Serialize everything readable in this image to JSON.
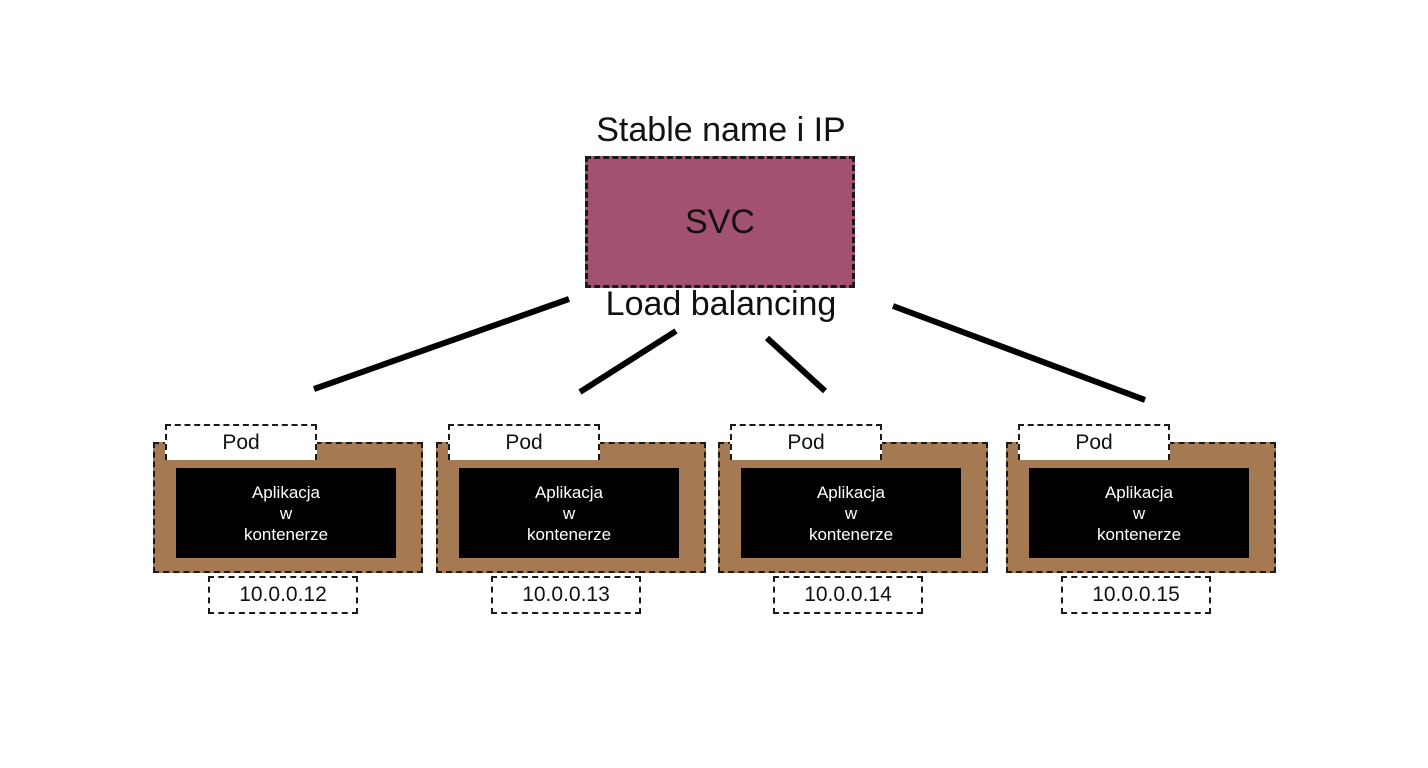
{
  "service": {
    "top_label": "Stable name i IP",
    "name": "SVC",
    "bottom_label": "Load balancing",
    "fill_color": "#a35170"
  },
  "pods": [
    {
      "tab": "Pod",
      "app_line1": "Aplikacja",
      "app_line2": "w",
      "app_line3": "kontenerze",
      "ip": "10.0.0.12"
    },
    {
      "tab": "Pod",
      "app_line1": "Aplikacja",
      "app_line2": "w",
      "app_line3": "kontenerze",
      "ip": "10.0.0.13"
    },
    {
      "tab": "Pod",
      "app_line1": "Aplikacja",
      "app_line2": "w",
      "app_line3": "kontenerze",
      "ip": "10.0.0.14"
    },
    {
      "tab": "Pod",
      "app_line1": "Aplikacja",
      "app_line2": "w",
      "app_line3": "kontenerze",
      "ip": "10.0.0.15"
    }
  ],
  "colors": {
    "pod_fill": "#a57a52",
    "container_fill": "#000000",
    "container_text": "#ffffff",
    "border": "#1a1a1a"
  }
}
